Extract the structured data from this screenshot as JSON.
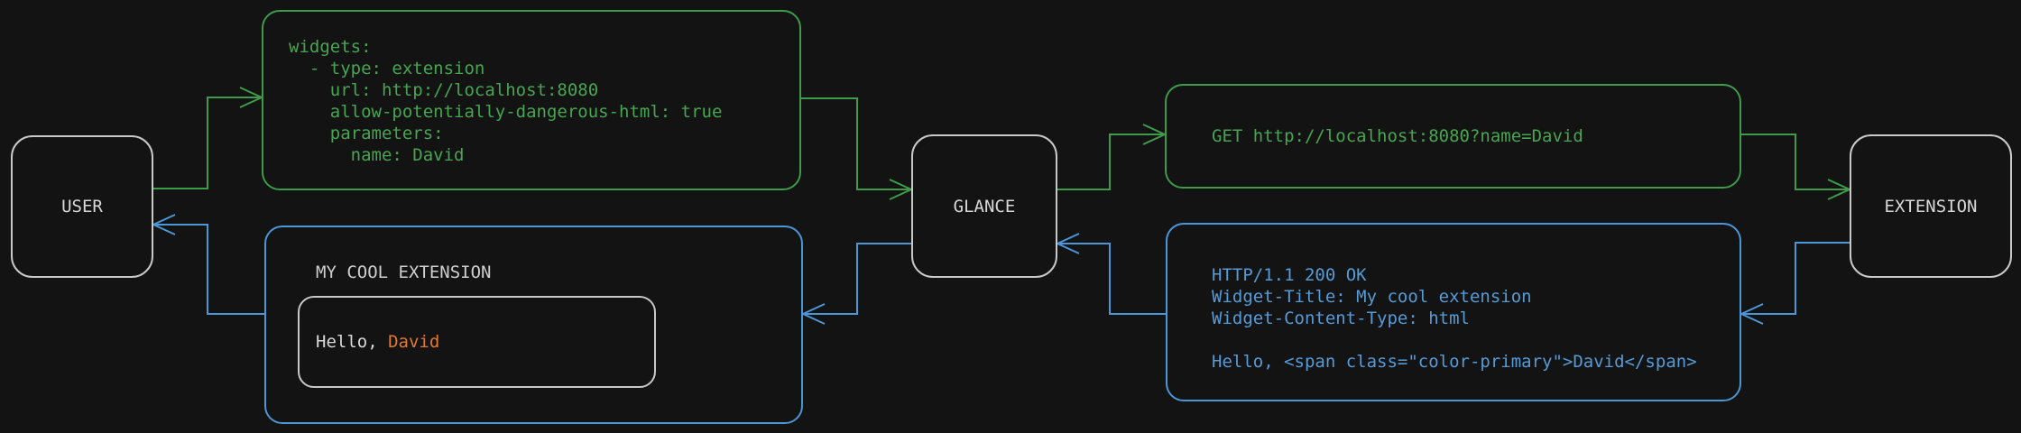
{
  "colors": {
    "background": "#131313",
    "green_line": "#3d9b49",
    "green_text": "#47a551",
    "blue_line": "#4b96d7",
    "blue_text": "#559bd7",
    "orange": "#e2782d",
    "node_border": "#c9c9c9",
    "node_text": "#d8d8d8",
    "muted_text": "#cfcfcf",
    "inner_border": "#c8c8c8"
  },
  "nodes": {
    "user": {
      "label": "USER"
    },
    "glance": {
      "label": "GLANCE"
    },
    "extension": {
      "label": "EXTENSION"
    }
  },
  "config_box": {
    "lines": [
      "widgets:",
      "  - type: extension",
      "    url: http://localhost:8080",
      "    allow-potentially-dangerous-html: true",
      "    parameters:",
      "      name: David"
    ]
  },
  "request_box": {
    "text": "GET http://localhost:8080?name=David"
  },
  "response_box": {
    "lines": [
      "HTTP/1.1 200 OK",
      "Widget-Title: My cool extension",
      "Widget-Content-Type: html",
      "",
      "Hello, <span class=\"color-primary\">David</span>"
    ]
  },
  "widget_box": {
    "title": "MY COOL EXTENSION",
    "greeting_prefix": "Hello, ",
    "greeting_name": "David"
  }
}
